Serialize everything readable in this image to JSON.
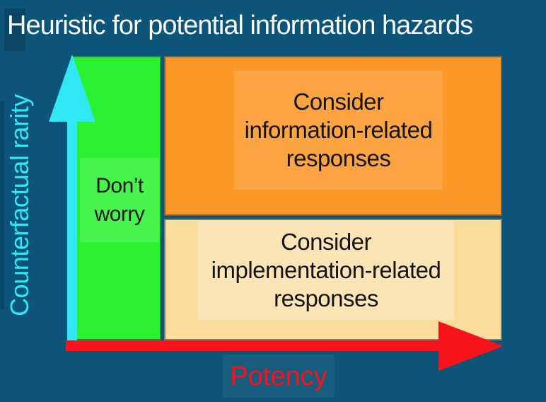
{
  "title": "Heuristic for potential information hazards",
  "axes": {
    "y": {
      "label": "Counterfactual rarity",
      "color": "#2FE7F5",
      "direction": "up"
    },
    "x": {
      "label": "Potency",
      "color": "#F6131B",
      "direction": "right"
    }
  },
  "regions": {
    "dont_worry": {
      "label": "Don’t\nworry",
      "fill": "#2BF231",
      "position": "left-column-full-height"
    },
    "information_related": {
      "label": "Consider\ninformation-related\nresponses",
      "fill": "#FB9827",
      "position": "top-right"
    },
    "implementation_related": {
      "label": "Consider\nimplementation-related\nresponses",
      "fill": "#FADC9B",
      "position": "bottom-right"
    }
  },
  "colors": {
    "background": "#0C5478",
    "title_text": "#FBFBFB",
    "region_text": "#141414",
    "y_axis_arrow": "#2FE7F5",
    "x_axis_arrow": "#F6131B"
  }
}
